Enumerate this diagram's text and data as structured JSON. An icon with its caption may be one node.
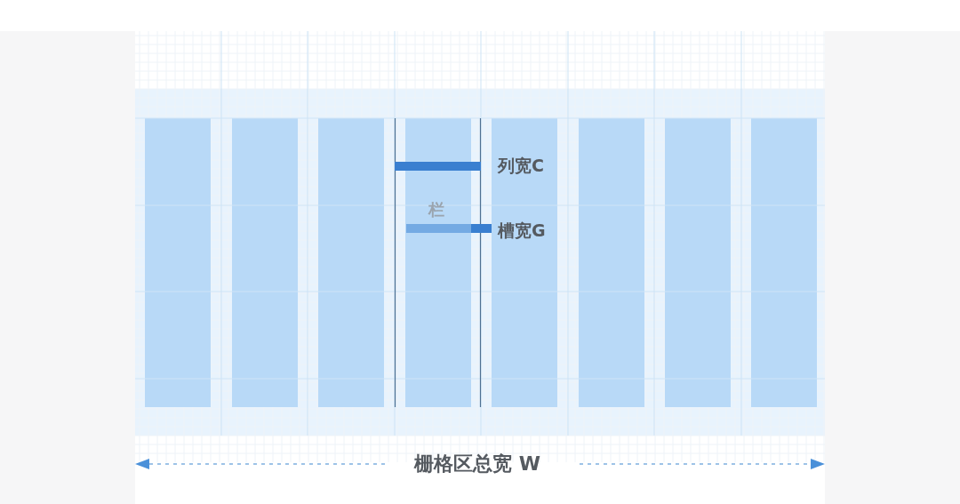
{
  "diagram": {
    "labels": [
      "列宽C",
      "栏",
      "槽宽G",
      "栅格区总宽 W"
    ]
  }
}
